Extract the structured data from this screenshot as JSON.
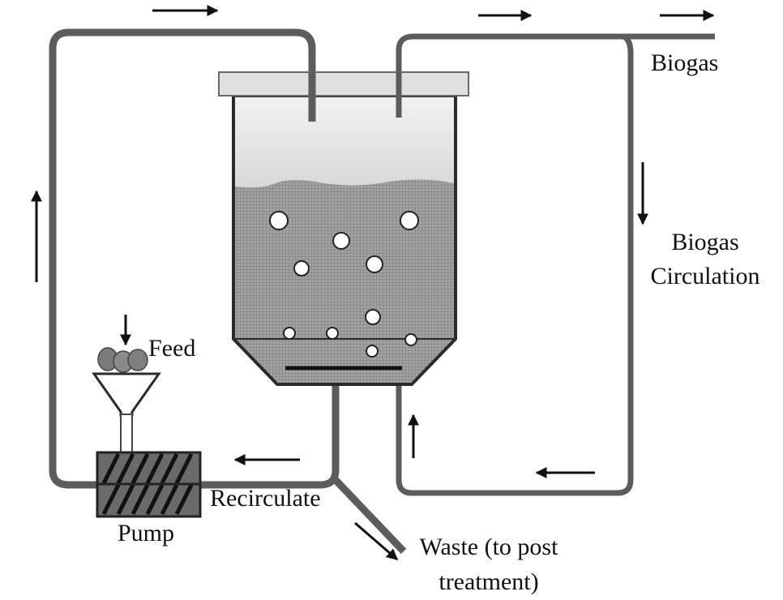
{
  "labels": {
    "biogas": "Biogas",
    "biogas_circulation_line1": "Biogas",
    "biogas_circulation_line2": "Circulation",
    "feed": "Feed",
    "recirculate": "Recirculate",
    "pump": "Pump",
    "waste_line1": "Waste (to post",
    "waste_line2": "treatment)"
  },
  "colors": {
    "pipe": "#5c5c5c",
    "outline": "#2b2b2b",
    "liquid": "#9a9a9a",
    "headspace": "#e6e6e6",
    "lid": "#e0e0e0",
    "bubble": "#ffffff",
    "arrow": "#111111"
  },
  "icons": [
    "flow-arrow-icon",
    "bubble-icon",
    "funnel-icon",
    "feed-pellet-icon"
  ]
}
